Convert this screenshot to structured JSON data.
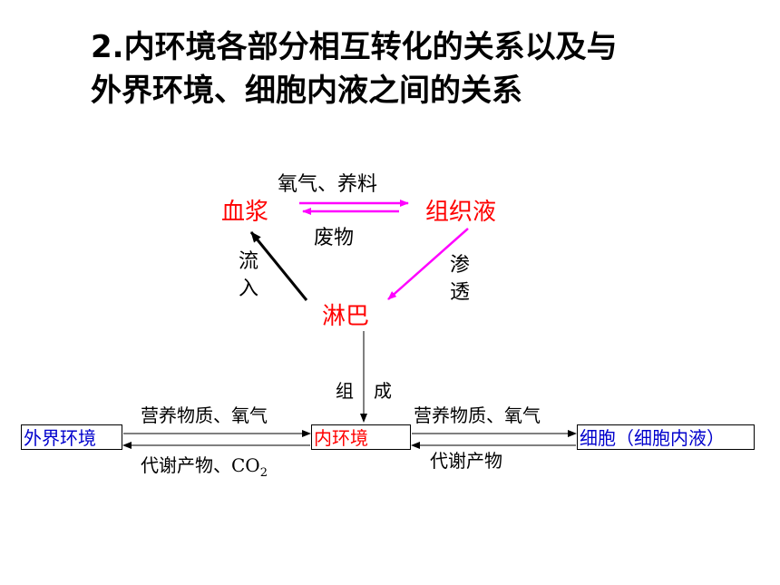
{
  "title": {
    "line1": "2.内环境各部分相互转化的关系以及与",
    "line2": "外界环境、细胞内液之间的关系"
  },
  "triangle": {
    "plasma": "血浆",
    "tissue_fluid": "组织液",
    "lymph": "淋巴",
    "top_label": "氧气、养料",
    "bottom_label": "废物",
    "left_label": "流入",
    "right_label": "渗透"
  },
  "flow": {
    "outer_env": "外界环境",
    "inner_env": "内环境",
    "cell": "细胞（细胞内液）",
    "compose_1": "组",
    "compose_2": "成",
    "left_top": "营养物质、氧气",
    "left_bottom": "代谢产物、CO",
    "left_bottom_sub": "2",
    "right_top": "营养物质、氧气",
    "right_bottom": "代谢产物"
  },
  "colors": {
    "node_red": "#ff0000",
    "magenta": "#ff00ff",
    "box_text_blue": "#0000cc",
    "box_text_red": "#ff0000"
  }
}
